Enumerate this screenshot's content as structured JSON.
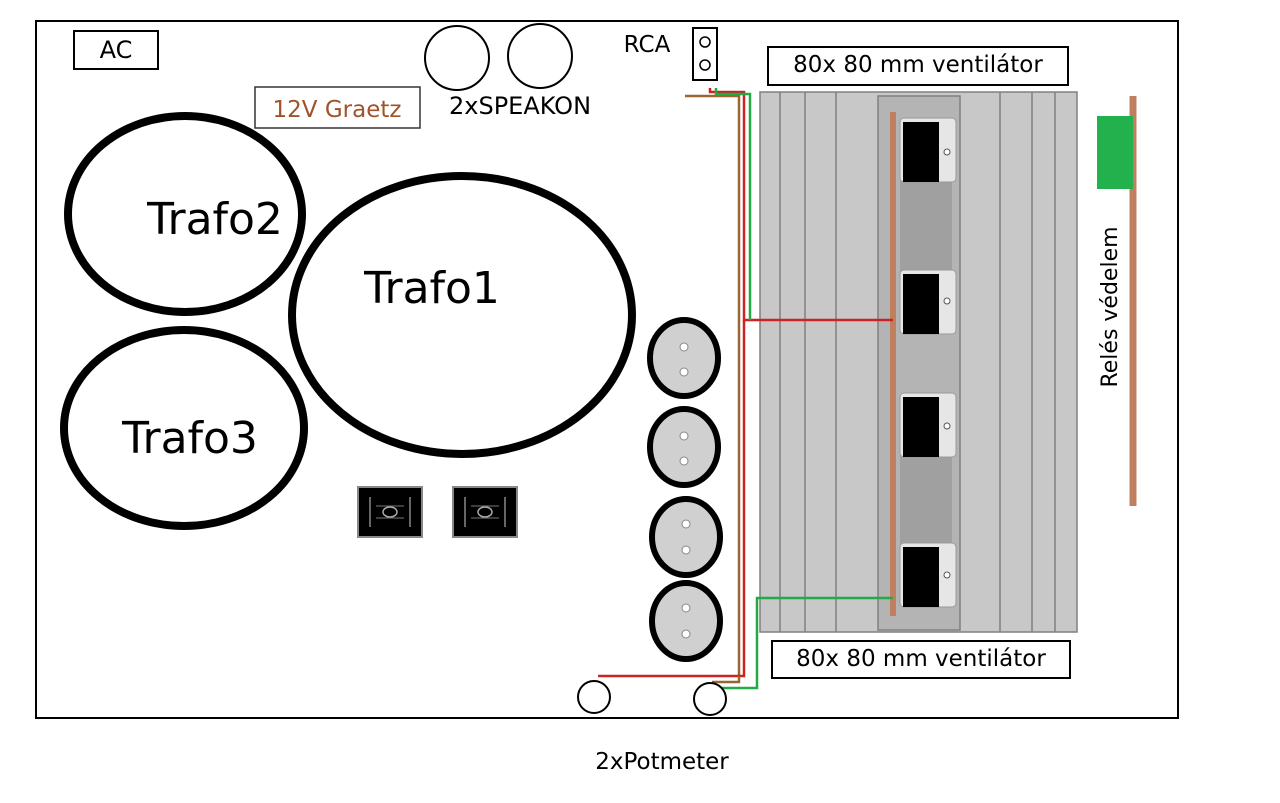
{
  "labels": {
    "ac": "AC",
    "graetz": "12V Graetz",
    "speakon": "2xSPEAKON",
    "rca": "RCA",
    "fan_top": "80x 80 mm ventilátor",
    "fan_bottom": "80x 80 mm ventilátor",
    "trafo1": "Trafo1",
    "trafo2": "Trafo2",
    "trafo3": "Trafo3",
    "relay": "Relés védelem",
    "potmeter": "2xPotmeter"
  },
  "colors": {
    "outline": "#000000",
    "heatsink": "#c8c8c8",
    "heatsink_fin": "#808080",
    "heatsink_center": "#b4b4b4",
    "transistor": "#000000",
    "pcb_strip": "#c08060",
    "relay_green": "#22b14c",
    "wire_red": "#cc2222",
    "wire_green": "#22aa44",
    "wire_brown": "#996633",
    "graetz_text": "#a0522d"
  }
}
